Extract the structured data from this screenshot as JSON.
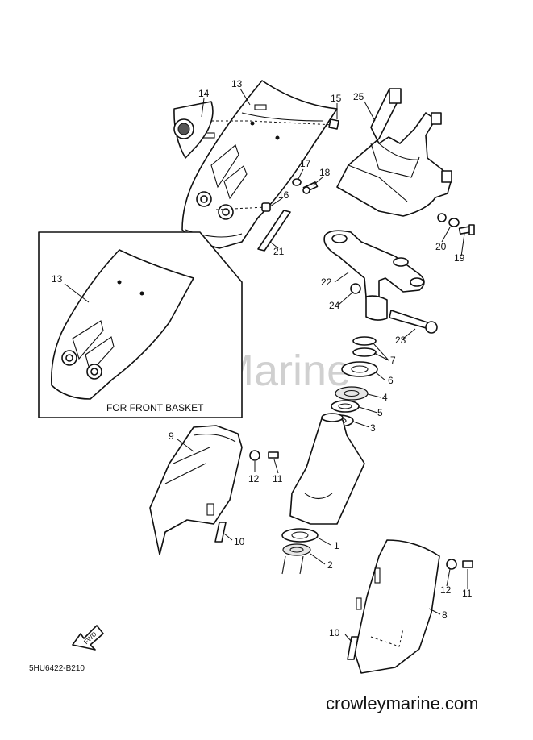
{
  "diagram": {
    "watermark": "Crowley Marine",
    "inset_caption": "FOR FRONT BASKET",
    "fwd_label": "FWD",
    "drawing_code": "5HU6422-B210",
    "website": "crowleymarine.com",
    "callouts": {
      "c1": "1",
      "c2": "2",
      "c3": "3",
      "c4": "4",
      "c5": "5",
      "c6": "6",
      "c7": "7",
      "c8": "8",
      "c9": "9",
      "c10a": "10",
      "c10b": "10",
      "c11a": "11",
      "c11b": "11",
      "c12a": "12",
      "c12b": "12",
      "c13a": "13",
      "c13b": "13",
      "c14": "14",
      "c15": "15",
      "c16": "16",
      "c17": "17",
      "c18": "18",
      "c19": "19",
      "c20": "20",
      "c21": "21",
      "c22": "22",
      "c23": "23",
      "c24": "24",
      "c25": "25"
    }
  }
}
